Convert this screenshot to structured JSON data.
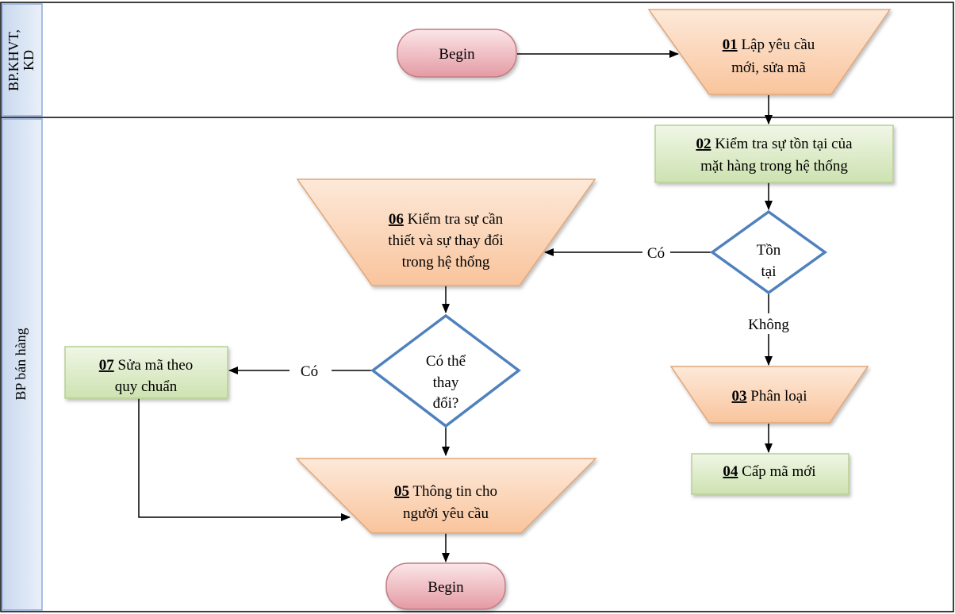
{
  "lanes": [
    {
      "label_line1": "BP.KHVT,",
      "label_line2": "KD"
    },
    {
      "label": "BP bán hàng"
    }
  ],
  "nodes": {
    "begin_top": {
      "text": "Begin"
    },
    "n01": {
      "num": "01",
      "line1": " Lập yêu cầu",
      "line2": "mới, sửa mã"
    },
    "n02": {
      "num": "02",
      "line1": " Kiểm tra sự tồn tại của",
      "line2": "mặt hàng trong hệ thống"
    },
    "d_exist": {
      "line1": "Tồn",
      "line2": "tại"
    },
    "n03": {
      "num": "03",
      "line1": " Phân loại"
    },
    "n04": {
      "num": "04",
      "line1": " Cấp mã mới"
    },
    "n06": {
      "num": "06",
      "line1": " Kiểm tra sự cần",
      "line2": "thiết và sự thay đổi",
      "line3": "trong hệ thống"
    },
    "d_change": {
      "line1": "Có thể",
      "line2": "thay",
      "line3": "đổi?"
    },
    "n07": {
      "num": "07",
      "line1": " Sửa mã theo",
      "line2": "quy chuẩn"
    },
    "n05": {
      "num": "05",
      "line1": " Thông tin cho",
      "line2": "người yêu cầu"
    },
    "begin_bottom": {
      "text": "Begin"
    }
  },
  "edges": {
    "exist_yes": "Có",
    "exist_no": "Không",
    "change_yes": "Có"
  },
  "colors": {
    "lane_header": "#dbe5f1",
    "lane_header_border": "#8eaadb",
    "terminator_fill": "#e6a3ab",
    "manual_fill": "#fbd3b3",
    "process_fill": "#dcebc6",
    "decision_border": "#4f81bd"
  }
}
